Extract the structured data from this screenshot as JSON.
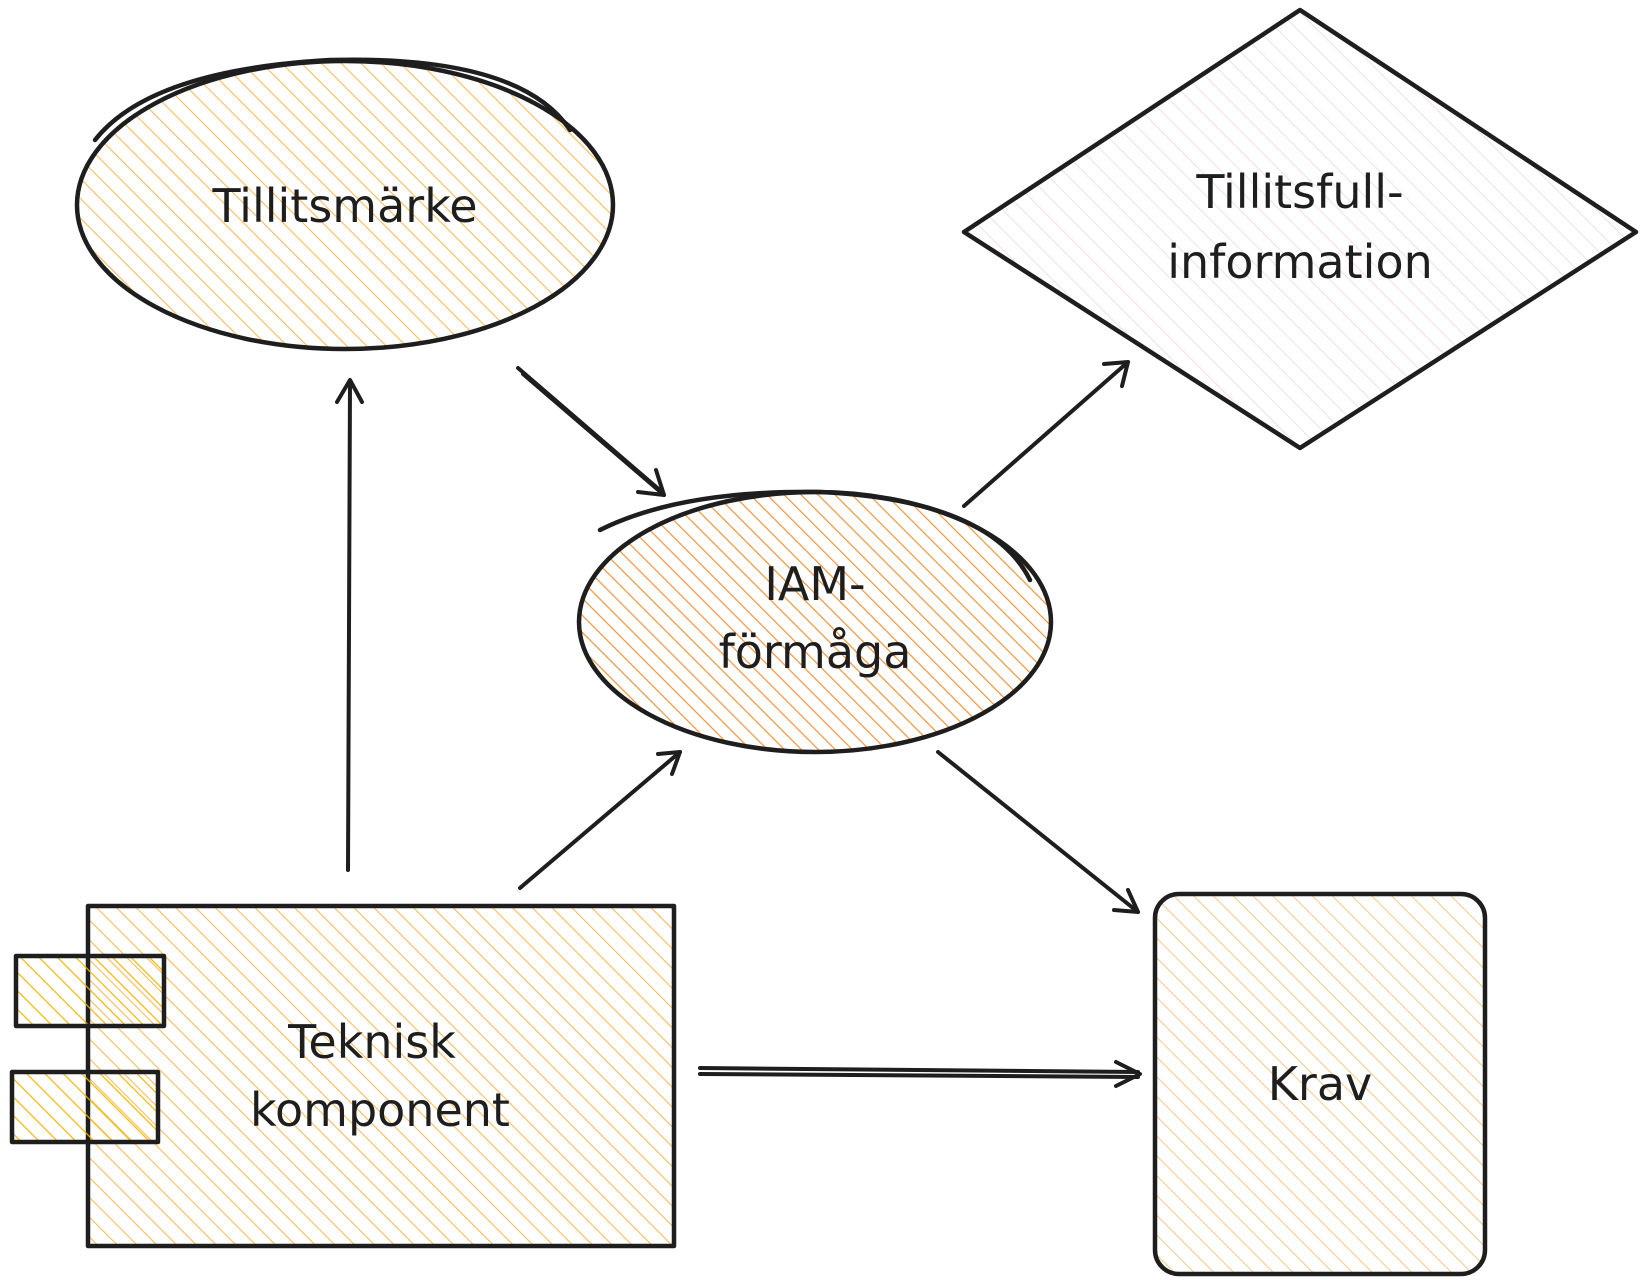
{
  "nodes": {
    "tillitsmarke": {
      "label": "Tillitsmärke",
      "shape": "ellipse",
      "fill": "#f5a623"
    },
    "tillitsfull_information": {
      "line1": "Tillitsfull-",
      "line2": "information",
      "shape": "diamond",
      "fill": "#f2dede"
    },
    "iam_formaga": {
      "line1": "IAM-",
      "line2": "förmåga",
      "shape": "ellipse",
      "fill": "#f08a24"
    },
    "teknisk_komponent": {
      "line1": "Teknisk",
      "line2": "komponent",
      "shape": "component",
      "fill": "#f5a623",
      "tab_fill": "#f0b400"
    },
    "krav": {
      "label": "Krav",
      "shape": "rounded-rectangle",
      "fill": "#f5c98a"
    }
  },
  "edges": [
    {
      "from": "Teknisk komponent",
      "to": "Tillitsmärke"
    },
    {
      "from": "Tillitsmärke",
      "to": "IAM-förmåga"
    },
    {
      "from": "Teknisk komponent",
      "to": "IAM-förmåga"
    },
    {
      "from": "IAM-förmåga",
      "to": "Tillitsfull-information"
    },
    {
      "from": "IAM-förmåga",
      "to": "Krav"
    },
    {
      "from": "Teknisk komponent",
      "to": "Krav"
    }
  ],
  "style": {
    "stroke": "#1e1e1e",
    "hatch": "diagonal hachure"
  }
}
